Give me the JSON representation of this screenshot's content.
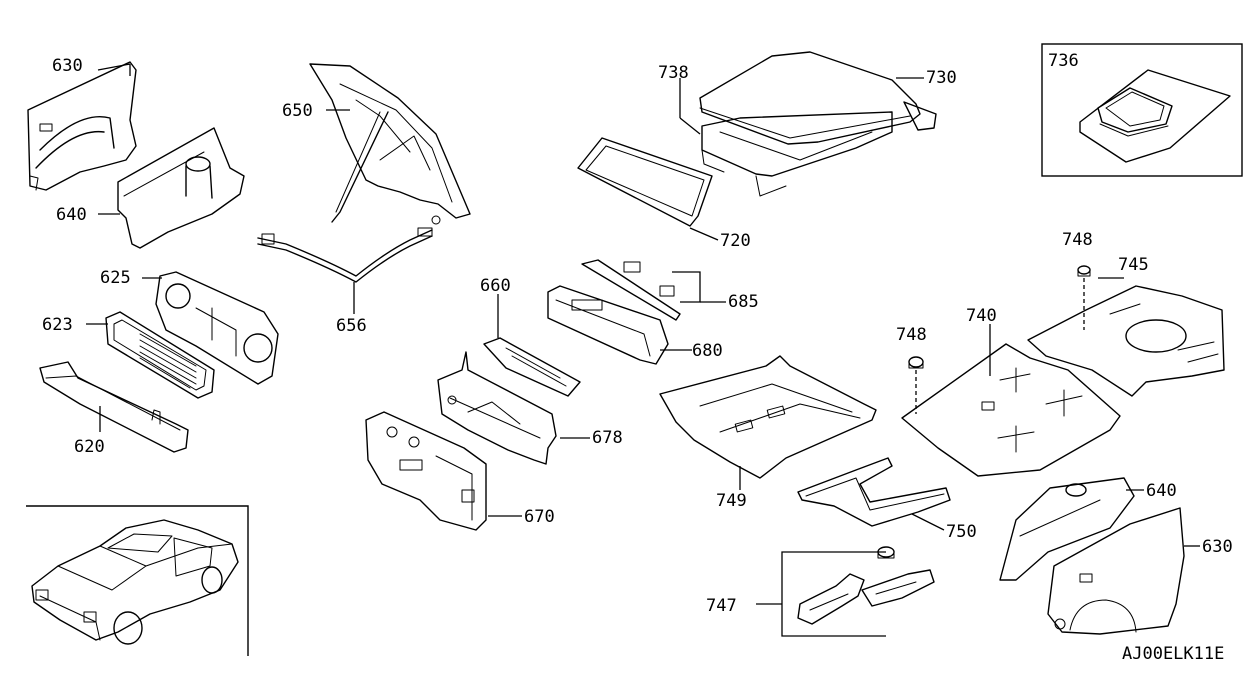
{
  "labels": {
    "l630a": "630",
    "l640a": "640",
    "l650": "650",
    "l656": "656",
    "l625": "625",
    "l623": "623",
    "l620": "620",
    "l660": "660",
    "l678": "678",
    "l670": "670",
    "l738": "738",
    "l730": "730",
    "l720": "720",
    "l736": "736",
    "l685": "685",
    "l680": "680",
    "l748a": "748",
    "l745": "745",
    "l748b": "748",
    "l740": "740",
    "l749": "749",
    "l750": "750",
    "l640b": "640",
    "l630b": "630",
    "l747": "747"
  },
  "diagram_code": "AJ00ELK11E"
}
